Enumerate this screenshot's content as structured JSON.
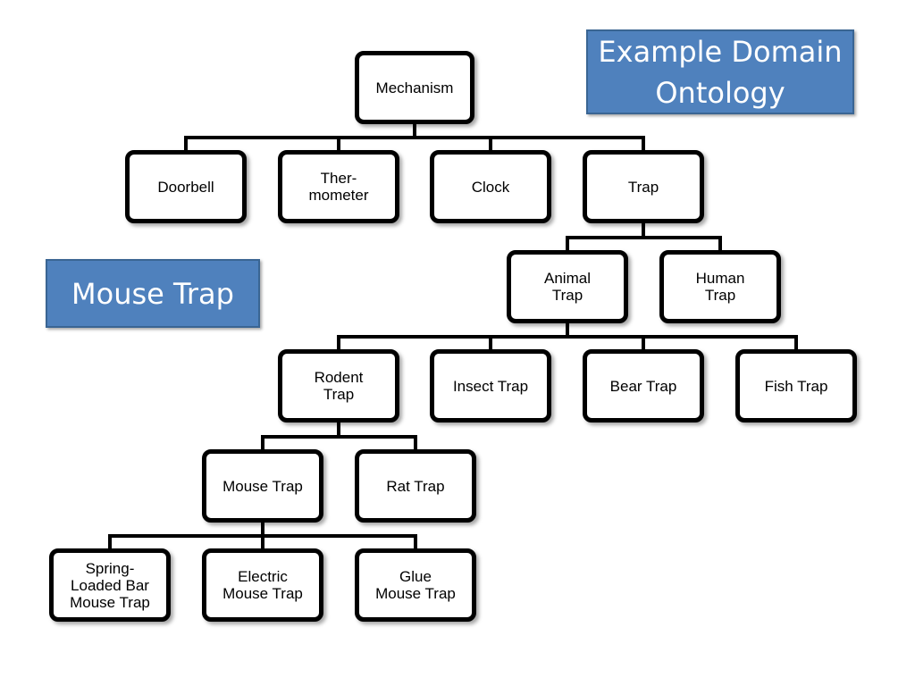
{
  "title": "Example Domain Ontology",
  "focus_label": "Mouse Trap",
  "nodes": [
    {
      "id": "mechanism",
      "label": "Mechanism",
      "parent": null
    },
    {
      "id": "doorbell",
      "label": "Doorbell",
      "parent": "mechanism"
    },
    {
      "id": "thermometer",
      "label": "Ther-\nmometer",
      "parent": "mechanism"
    },
    {
      "id": "clock",
      "label": "Clock",
      "parent": "mechanism"
    },
    {
      "id": "trap",
      "label": "Trap",
      "parent": "mechanism"
    },
    {
      "id": "animal-trap",
      "label": "Animal\nTrap",
      "parent": "trap"
    },
    {
      "id": "human-trap",
      "label": "Human\nTrap",
      "parent": "trap"
    },
    {
      "id": "rodent-trap",
      "label": "Rodent\nTrap",
      "parent": "animal-trap"
    },
    {
      "id": "insect-trap",
      "label": "Insect Trap",
      "parent": "animal-trap"
    },
    {
      "id": "bear-trap",
      "label": "Bear Trap",
      "parent": "animal-trap"
    },
    {
      "id": "fish-trap",
      "label": "Fish Trap",
      "parent": "animal-trap"
    },
    {
      "id": "mouse-trap",
      "label": "Mouse Trap",
      "parent": "rodent-trap"
    },
    {
      "id": "rat-trap",
      "label": "Rat Trap",
      "parent": "rodent-trap"
    },
    {
      "id": "spring-loaded-bar-mouse-trap",
      "label": "Spring-\nLoaded Bar\nMouse Trap",
      "parent": "mouse-trap"
    },
    {
      "id": "electric-mouse-trap",
      "label": "Electric\nMouse Trap",
      "parent": "mouse-trap"
    },
    {
      "id": "glue-mouse-trap",
      "label": "Glue\nMouse Trap",
      "parent": "mouse-trap"
    }
  ]
}
